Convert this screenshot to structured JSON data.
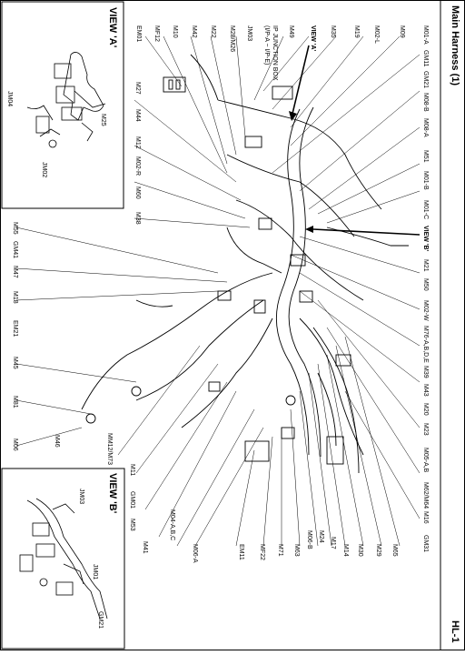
{
  "header": {
    "title": "Main Harness (1)",
    "page_id": "HL-1"
  },
  "inset_a": {
    "title": "VIEW 'A'",
    "connectors": [
      "M25",
      "JM02",
      "JM04"
    ]
  },
  "inset_b": {
    "title": "VIEW 'B'",
    "connectors": [
      "JM03",
      "JM01",
      "GM21"
    ]
  },
  "callouts_right": [
    "M01-A",
    "GM11",
    "GM21",
    "M08-B",
    "M08-A",
    "M51",
    "M01-B",
    "M01-C",
    "VIEW 'B'",
    "M21",
    "M50",
    "M02-W",
    "M76-A,B,D,E",
    "M39",
    "M43",
    "M20",
    "M23",
    "M05-A,B",
    "M62/M64",
    "M16",
    "GM31"
  ],
  "callouts_top": [
    "M09",
    "M02-L",
    "M19",
    "M35",
    "VIEW 'A'",
    "M49",
    "IP JUNCTION BOX",
    "(I/P-A ~ I/P-E)",
    "JM03",
    "M28/M26",
    "M22",
    "M42",
    "M10",
    "MF12",
    "EM01",
    "M27",
    "M44",
    "M12",
    "M02-R",
    "M60",
    "M38"
  ],
  "callouts_left": [
    "M55",
    "GM41",
    "M47",
    "M18",
    "EM21",
    "M45",
    "M81",
    "M06",
    "M46",
    "MM12/M73"
  ],
  "callouts_bottom": [
    "M11",
    "GM01",
    "M53",
    "M41",
    "M04-A,B,C",
    "M06-A",
    "EM11",
    "MF22",
    "M71",
    "M63",
    "M06-B",
    "M24",
    "M17",
    "M14",
    "M30",
    "M29",
    "M65"
  ]
}
